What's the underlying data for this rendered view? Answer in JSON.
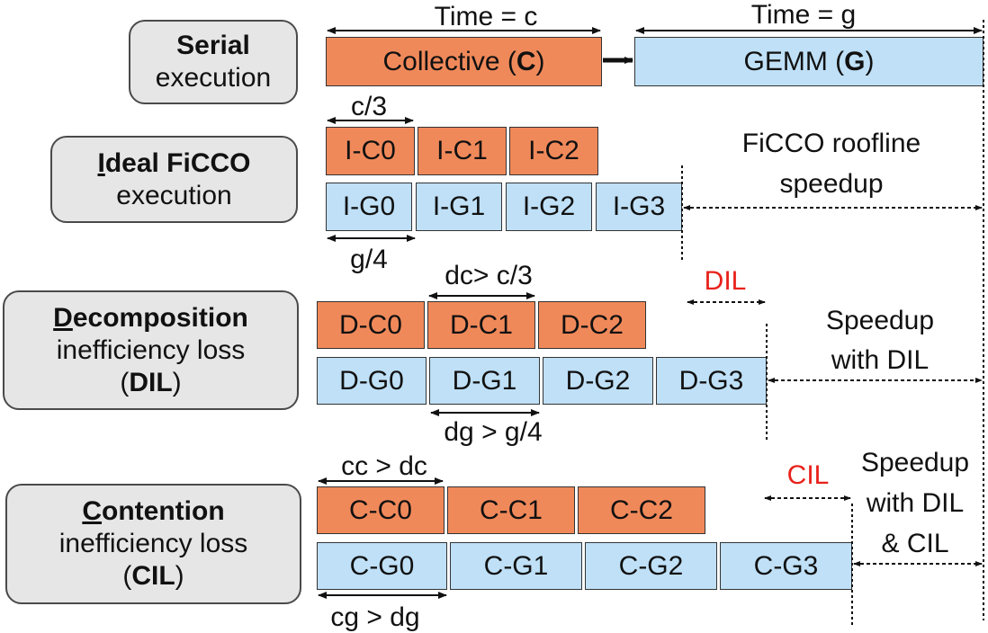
{
  "rows": {
    "serial": {
      "title": "Serial",
      "sub": "execution"
    },
    "ideal": {
      "title_first": "I",
      "title_rest": "deal FiCCO",
      "sub": "execution"
    },
    "dil": {
      "title_first": "D",
      "title_rest": "ecomposition",
      "sub": "inefficiency loss",
      "abbr_open": "(",
      "abbr": "DIL",
      "abbr_close": ")"
    },
    "cil": {
      "title_first": "C",
      "title_rest": "ontention",
      "sub": "inefficiency loss",
      "abbr_open": "(",
      "abbr": "CIL",
      "abbr_close": ")"
    }
  },
  "serial": {
    "time_c": "Time = c",
    "time_g": "Time = g",
    "collective_prefix": "Collective (",
    "collective_bold": "C",
    "collective_suffix": ")",
    "gemm_prefix": "GEMM (",
    "gemm_bold": "G",
    "gemm_suffix": ")"
  },
  "ideal": {
    "c_label": "c/3",
    "g_label": "g/4",
    "collectives": [
      "I-C0",
      "I-C1",
      "I-C2"
    ],
    "gemms": [
      "I-G0",
      "I-G1",
      "I-G2",
      "I-G3"
    ],
    "speedup_line1": "FiCCO roofline",
    "speedup_line2": "speedup"
  },
  "dil": {
    "c_label": "dc> c/3",
    "g_label": "dg > g/4",
    "loss_label": "DIL",
    "collectives": [
      "D-C0",
      "D-C1",
      "D-C2"
    ],
    "gemms": [
      "D-G0",
      "D-G1",
      "D-G2",
      "D-G3"
    ],
    "speedup_line1": "Speedup",
    "speedup_line2": "with DIL"
  },
  "cil": {
    "c_label": "cc > dc",
    "g_label": "cg > dg",
    "loss_label": "CIL",
    "collectives": [
      "C-C0",
      "C-C1",
      "C-C2"
    ],
    "gemms": [
      "C-G0",
      "C-G1",
      "C-G2",
      "C-G3"
    ],
    "speedup_line1": "Speedup",
    "speedup_line2": "with DIL",
    "speedup_line3": "& CIL"
  },
  "colors": {
    "collective": "#f0895a",
    "gemm": "#bfe0f7",
    "loss": "#e8221b"
  }
}
